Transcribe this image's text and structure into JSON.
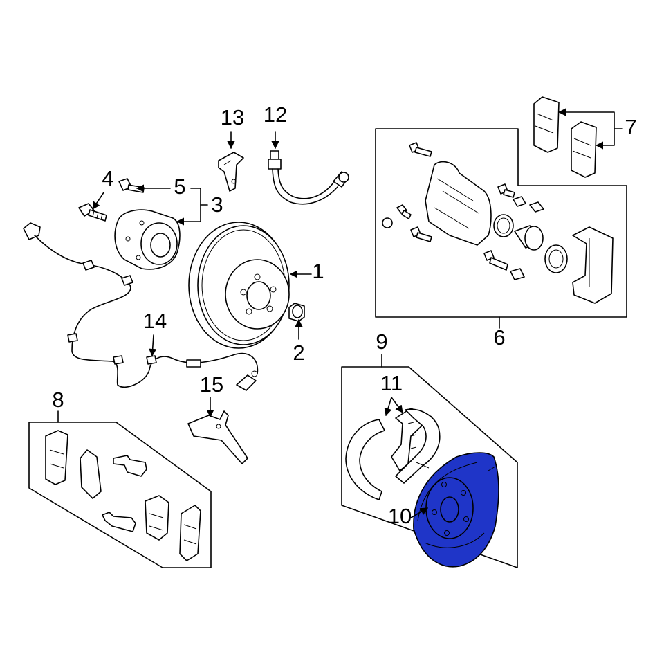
{
  "diagram": {
    "highlight_color": "#1f35c8",
    "line_color": "#000000",
    "background_color": "#ffffff",
    "highlighted_part": "10",
    "callouts": [
      {
        "id": "1",
        "text": "1"
      },
      {
        "id": "2",
        "text": "2"
      },
      {
        "id": "3",
        "text": "3"
      },
      {
        "id": "4",
        "text": "4"
      },
      {
        "id": "5",
        "text": "5"
      },
      {
        "id": "6",
        "text": "6"
      },
      {
        "id": "7",
        "text": "7"
      },
      {
        "id": "8",
        "text": "8"
      },
      {
        "id": "9",
        "text": "9"
      },
      {
        "id": "10",
        "text": "10"
      },
      {
        "id": "11",
        "text": "11"
      },
      {
        "id": "12",
        "text": "12"
      },
      {
        "id": "13",
        "text": "13"
      },
      {
        "id": "14",
        "text": "14"
      },
      {
        "id": "15",
        "text": "15"
      }
    ]
  }
}
